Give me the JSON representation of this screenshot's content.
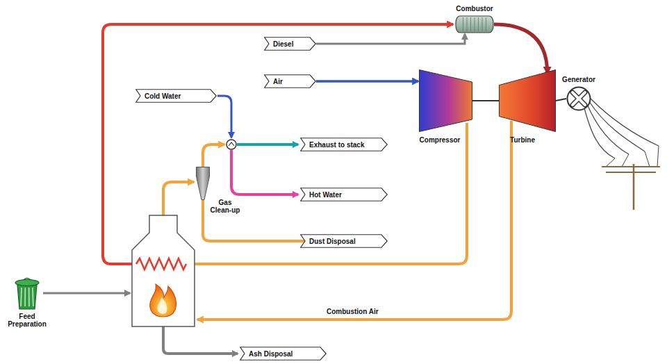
{
  "diagram": {
    "nodes": [
      {
        "text": [
          "Combustor"
        ]
      },
      {
        "text": [
          "Diesel"
        ]
      },
      {
        "text": [
          "Air"
        ]
      },
      {
        "text": [
          "Generator"
        ]
      },
      {
        "text": [
          "Cold Water"
        ]
      },
      {
        "text": [
          "Compressor"
        ]
      },
      {
        "text": [
          "Turbine"
        ]
      },
      {
        "text": [
          "Exhaust to stack"
        ]
      },
      {
        "text": [
          "Hot Water"
        ]
      },
      {
        "text": [
          "Gas Clean-up"
        ]
      },
      {
        "text": [
          "Dust Disposal"
        ]
      },
      {
        "text": [
          "Feed Preparation"
        ]
      },
      {
        "text": [
          "Ash Disposal"
        ]
      }
    ],
    "edges": [
      {
        "from": 1,
        "to": 0,
        "arrow": "to"
      },
      {
        "from": 2,
        "to": 5,
        "arrow": "to"
      },
      {
        "from": 0,
        "to": 6,
        "arrow": "to"
      },
      {
        "from": 5,
        "to": 6,
        "arrow": "none"
      },
      {
        "from": 6,
        "to": 3,
        "arrow": "none"
      },
      {
        "from": 9,
        "to": 10,
        "arrow": "none"
      }
    ],
    "labels": [
      "Combustion Air"
    ]
  }
}
